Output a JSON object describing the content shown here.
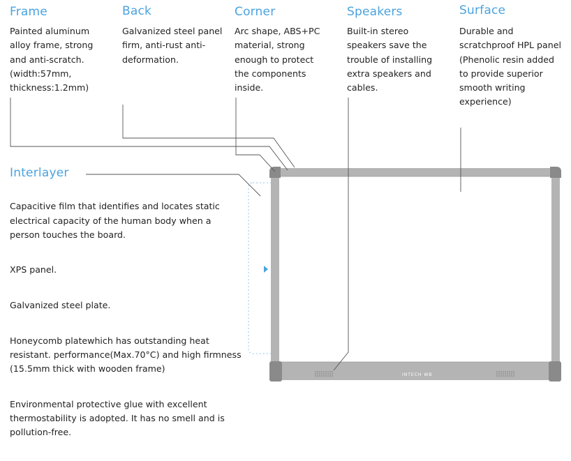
{
  "sections": {
    "frame": {
      "title": "Frame",
      "text": "Painted aluminum\nalloy frame, strong\nand anti-scratch.\n(width:57mm,\nthickness:1.2mm)"
    },
    "back": {
      "title": "Back",
      "text": "Galvanized steel panel\nfirm, anti-rust anti-\ndeformation."
    },
    "corner": {
      "title": "Corner",
      "text": "Arc shape, ABS+PC\nmaterial, strong\nenough to protect\nthe components\ninside."
    },
    "speakers": {
      "title": "Speakers",
      "text": "Built-in stereo\nspeakers save the\ntrouble of installing\nextra speakers and\ncables."
    },
    "surface": {
      "title": "Surface",
      "text": "Durable and\nscratchproof HPL panel\n(Phenolic resin added\nto provide superior\nsmooth writing\nexperience)"
    }
  },
  "interlayer": {
    "title": "Interlayer",
    "paragraphs": [
      "Capacitive film that identifies and locates static\nelectrical capacity of the human body when a\nperson touches the board.",
      "XPS panel.",
      "Galvanized steel plate.",
      "Honeycomb platewhich has outstanding heat\nresistant. performance(Max.70°C) and high firmness\n(15.5mm thick with wooden frame)",
      "Environmental protective glue with excellent\nthermostability is adopted. It has no smell and is\npollution-free."
    ]
  },
  "board": {
    "brand": "INTECH WB"
  },
  "colors": {
    "accent": "#4aa3df",
    "frame": "#b4b4b4",
    "corner": "#8a8a8a",
    "leader": "#555555",
    "dotted": "#8fc6ea"
  }
}
